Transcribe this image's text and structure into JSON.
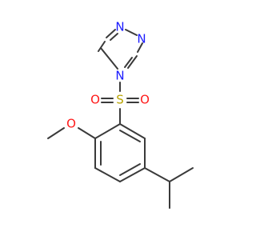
{
  "molecule": {
    "atoms": {
      "n_top": {
        "label": "N",
        "color": "#1a1aff"
      },
      "n_right": {
        "label": "N",
        "color": "#1a1aff"
      },
      "n_sub": {
        "label": "N",
        "color": "#1a1aff"
      },
      "s": {
        "label": "S",
        "color": "#b8a400"
      },
      "o_left": {
        "label": "O",
        "color": "#ff1a1a"
      },
      "o_right": {
        "label": "O",
        "color": "#ff1a1a"
      },
      "o_methoxy": {
        "label": "O",
        "color": "#ff1a1a"
      }
    },
    "bond_color": "#3a3a3a"
  }
}
